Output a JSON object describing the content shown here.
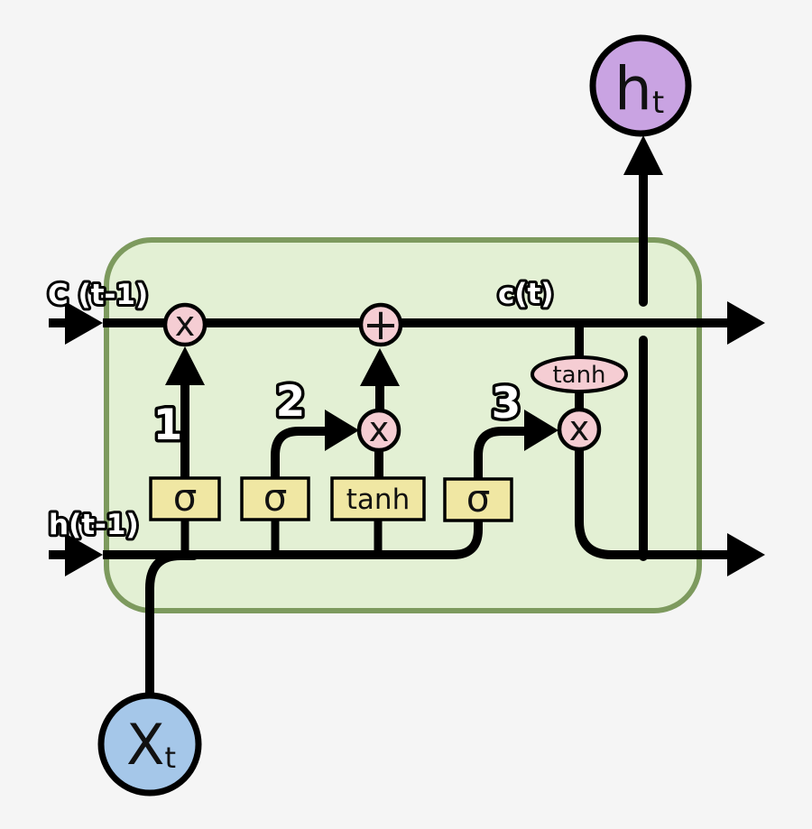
{
  "labels": {
    "cell_state_in": "C (t-1)",
    "cell_state_out": "c(t)",
    "hidden_state_in": "h(t-1)",
    "gate_numbers": [
      "1",
      "2",
      "3"
    ]
  },
  "nodes": {
    "forget_gate": {
      "symbol": "σ"
    },
    "input_gate": {
      "symbol": "σ"
    },
    "candidate_gate": {
      "symbol": "tanh"
    },
    "output_gate": {
      "symbol": "σ"
    },
    "cell_activation": {
      "symbol": "tanh"
    }
  },
  "ops": {
    "multiply": "x",
    "add": "+"
  },
  "io": {
    "input": {
      "main": "X",
      "sub": "t"
    },
    "output": {
      "main": "h",
      "sub": "t"
    }
  },
  "colors": {
    "background": "#f5f5f5",
    "cell_fill": "#e3f0d4",
    "cell_border": "#7d9a5e",
    "gate_fill": "#f0e7a3",
    "op_fill": "#f5cdd3",
    "input_fill": "#a5c7e9",
    "output_fill": "#c9a3e2",
    "line": "#000000"
  }
}
